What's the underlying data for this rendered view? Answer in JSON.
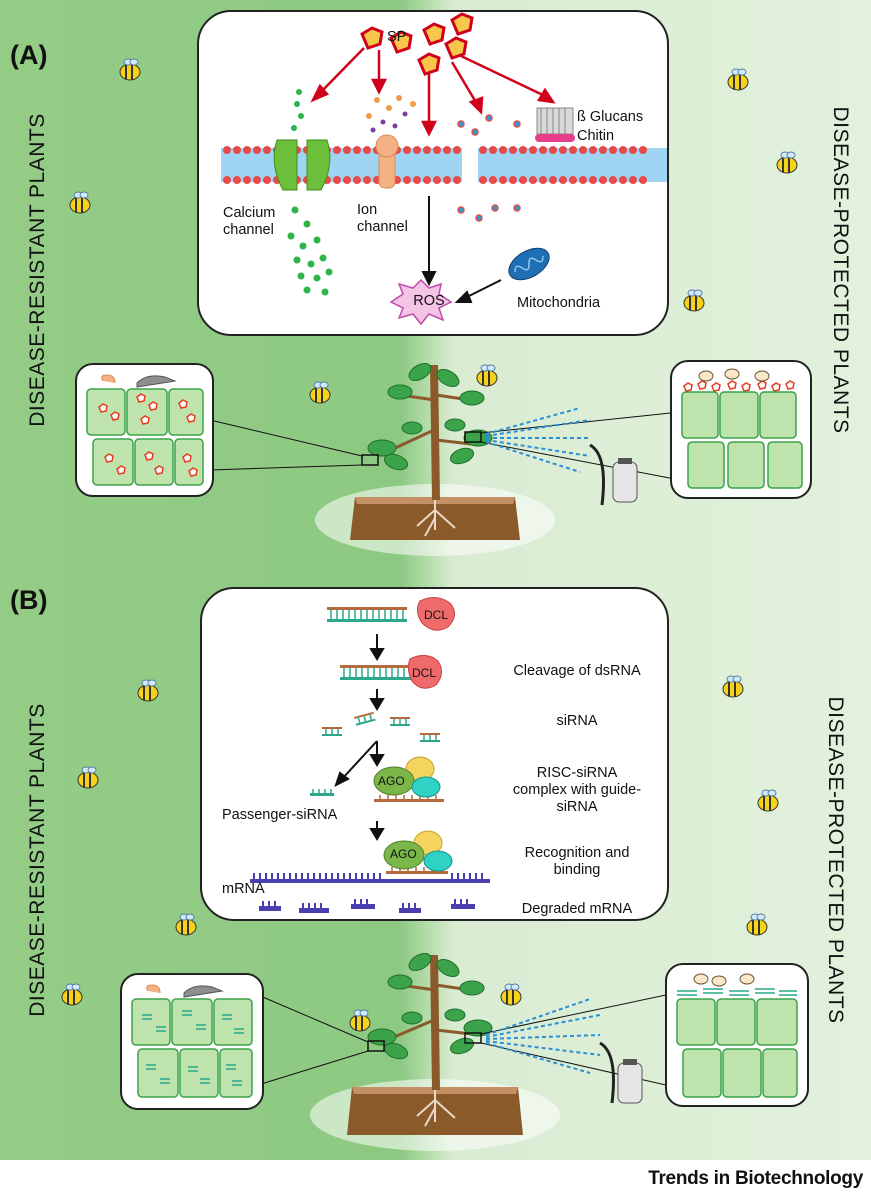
{
  "panel_a": {
    "label": "(A)",
    "left_side_label": "DISEASE-RESISTANT PLANTS",
    "right_side_label": "DISEASE-PROTECTED PLANTS",
    "sp_label": "SP",
    "glucans_label": "ß Glucans",
    "chitin_label": "Chitin",
    "calcium_channel_label": "Calcium\nchannel",
    "ion_channel_label": "Ion\nchannel",
    "ros_label": "ROS",
    "mitochondria_label": "Mitochondria"
  },
  "panel_b": {
    "label": "(B)",
    "left_side_label": "DISEASE-RESISTANT PLANTS",
    "right_side_label": "DISEASE-PROTECTED PLANTS",
    "dcl_label": "DCL",
    "ago_label": "AGO",
    "passenger_label": "Passenger-siRNA",
    "mrna_label": "mRNA",
    "steps": {
      "cleavage": "Cleavage of dsRNA",
      "sirna": "siRNA",
      "risc": "RISC-siRNA\ncomplex with guide-\nsiRNA",
      "recognition": "Recognition and\nbinding",
      "degraded": "Degraded mRNA"
    }
  },
  "footer": "Trends in Biotechnology",
  "colors": {
    "resistant_bg": "#8dc982",
    "protected_bg": "#e2f1dc",
    "sp_red": "#d0021b",
    "sp_fill": "#f7c64a",
    "membrane_blue": "#3fa9e0",
    "membrane_red": "#e84a4a",
    "cell_green": "#9fd18f",
    "spray_blue": "#2b8fd6",
    "rna_green": "#2aa889",
    "rna_brown": "#b46a3c",
    "mrna_purple": "#4a3fb0",
    "dcl_pink": "#ef6b6b"
  },
  "icons": [
    "bee-icon",
    "sp-particle-icon",
    "ros-star-icon",
    "mitochondria-icon",
    "dcl-enzyme-icon",
    "ago-complex-icon",
    "sprayer-icon",
    "plant-icon",
    "cell-icon"
  ]
}
